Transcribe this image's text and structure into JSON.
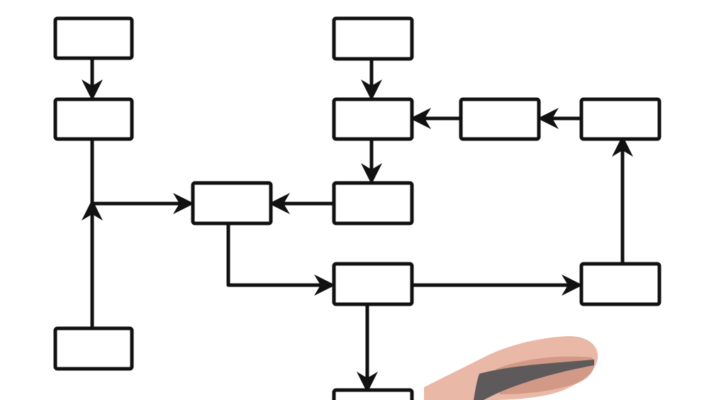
{
  "diagram": {
    "nodes": [
      {
        "id": "n1",
        "label": ""
      },
      {
        "id": "n2",
        "label": ""
      },
      {
        "id": "n3",
        "label": ""
      },
      {
        "id": "n4",
        "label": ""
      },
      {
        "id": "n5",
        "label": ""
      },
      {
        "id": "n6",
        "label": ""
      },
      {
        "id": "n7",
        "label": ""
      },
      {
        "id": "n8",
        "label": ""
      },
      {
        "id": "n9",
        "label": ""
      },
      {
        "id": "n10",
        "label": ""
      },
      {
        "id": "n11",
        "label": ""
      },
      {
        "id": "n12",
        "label": ""
      }
    ],
    "edges": [
      {
        "from": "n1",
        "to": "n2"
      },
      {
        "from": "n2",
        "to": "n5"
      },
      {
        "from": "n4",
        "to": "n5"
      },
      {
        "from": "n6",
        "to": "n7"
      },
      {
        "from": "n7",
        "to": "n9"
      },
      {
        "from": "n9",
        "to": "n5"
      },
      {
        "from": "n8",
        "to": "n7"
      },
      {
        "from": "n10",
        "to": "n8"
      },
      {
        "from": "n5",
        "to": "n11"
      },
      {
        "from": "n11",
        "to": "n12"
      },
      {
        "from": "n11",
        "to": "n3"
      },
      {
        "from": "n12",
        "to": "n10"
      }
    ]
  },
  "hand": {
    "icon": "hand-holding-marker-icon"
  },
  "colors": {
    "stroke": "#111111",
    "box_fill": "#ffffff",
    "skin": "#e9b8a6",
    "skin_shadow": "#c98f7b",
    "marker": "#5e5a5c"
  }
}
